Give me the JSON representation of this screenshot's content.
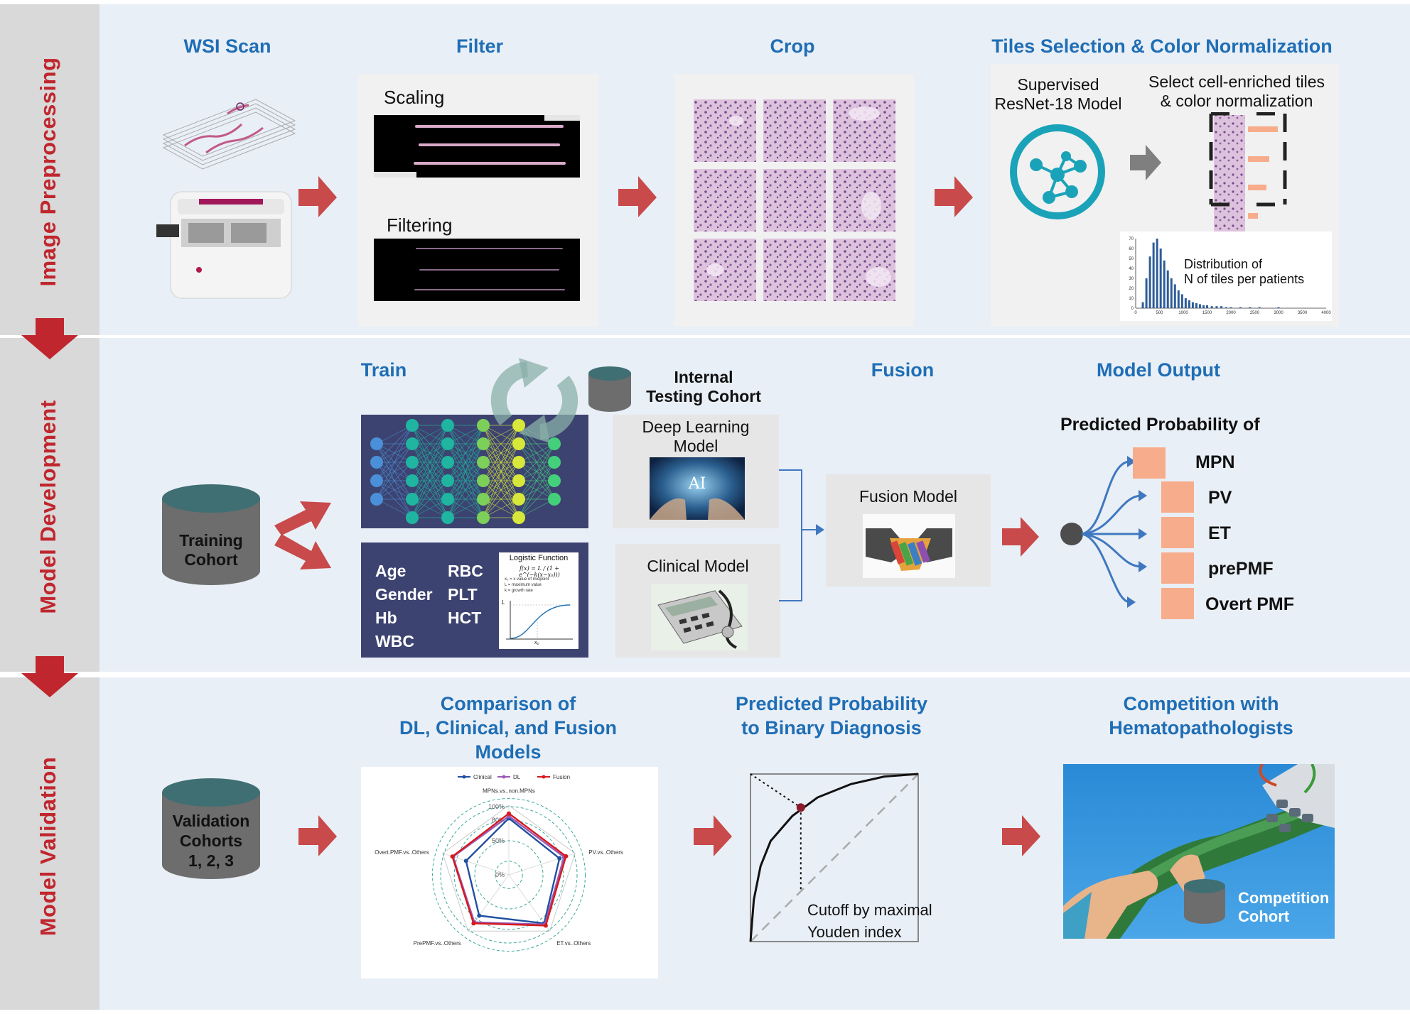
{
  "sections": {
    "preprocessing": "Image Preprocessing",
    "development": "Model Development",
    "validation": "Model Validation"
  },
  "preprocessing": {
    "wsi_scan": "WSI Scan",
    "filter": "Filter",
    "crop": "Crop",
    "tiles": "Tiles Selection & Color Normalization",
    "scaling": "Scaling",
    "filtering": "Filtering",
    "model_line1": "Supervised",
    "model_line2": "ResNet-18 Model",
    "select_line1": "Select cell-enriched tiles",
    "select_line2": "& color normalization",
    "dist_line1": "Distribution of",
    "dist_line2": "N of tiles per patients",
    "hist_y_ticks": [
      "70",
      "60",
      "50",
      "40",
      "30",
      "20",
      "10",
      "0"
    ],
    "hist_x_ticks": [
      "0",
      "500",
      "1000",
      "1500",
      "2000",
      "2500",
      "3000",
      "3500",
      "4000"
    ]
  },
  "development": {
    "train": "Train",
    "internal_line1": "Internal",
    "internal_line2": "Testing Cohort",
    "fusion": "Fusion",
    "model_output": "Model Output",
    "training_line1": "Training",
    "training_line2": "Cohort",
    "dl_line1": "Deep Learning",
    "dl_line2": "Model",
    "clinical_model": "Clinical Model",
    "fusion_model": "Fusion Model",
    "ai_text": "AI",
    "features_left": [
      "Age",
      "Gender",
      "Hb",
      "WBC"
    ],
    "features_right": [
      "RBC",
      "PLT",
      "HCT"
    ],
    "logistic_title": "Logistic Function",
    "logistic_formula": "f(x) = L / (1 + e^(−k(x−x₀)))",
    "logistic_notes": [
      "x₀ = x value of midpoint",
      "L = maximum value",
      "k = growth rate"
    ],
    "logistic_L": "L",
    "logistic_x0": "x₀",
    "predicted_prob": "Predicted Probability of",
    "outputs": [
      "MPN",
      "PV",
      "ET",
      "prePMF",
      "Overt PMF"
    ]
  },
  "validation": {
    "validation_line1": "Validation",
    "validation_line2": "Cohorts",
    "validation_line3": "1, 2, 3",
    "comparison_line1": "Comparison of",
    "comparison_line2": "DL, Clinical, and Fusion",
    "comparison_line3": "Models",
    "binary_line1": "Predicted Probability",
    "binary_line2": "to Binary Diagnosis",
    "competition_line1": "Competition with",
    "competition_line2": "Hematopathologists",
    "cutoff_line1": "Cutoff by maximal",
    "cutoff_line2": "Youden index",
    "competition_cohort_line1": "Competition",
    "competition_cohort_line2": "Cohort",
    "radar_legend": [
      "Clinical",
      "DL",
      "Fusion"
    ],
    "radar_axes": [
      "MPNs.vs..non.MPNs",
      "PV.vs..Others",
      "ET.vs..Others",
      "PrePMF.vs..Others",
      "Overt.PMF.vs..Others"
    ],
    "radar_ticks": [
      "100%",
      "80%",
      "50%",
      "0%"
    ]
  },
  "colors": {
    "red": "#c0262d",
    "blue": "#1f6eb5",
    "panel": "#e9eff6",
    "sidebar": "#d9d9d9",
    "teal": "#3f6f73",
    "salmon": "#f7ac8b"
  },
  "chart_data": [
    {
      "type": "bar",
      "title": "",
      "x": [
        150,
        225,
        300,
        375,
        450,
        525,
        600,
        675,
        750,
        825,
        900,
        975,
        1050,
        1125,
        1200,
        1275,
        1350,
        1425,
        1500,
        1600,
        1700,
        1800,
        1900,
        2000,
        2200,
        2400,
        2600,
        2800,
        3000
      ],
      "values": [
        6,
        30,
        52,
        66,
        70,
        60,
        48,
        38,
        30,
        24,
        18,
        14,
        10,
        8,
        6,
        5,
        4,
        3,
        3,
        2,
        2,
        2,
        1,
        1,
        1,
        1,
        1,
        0,
        1
      ],
      "xlim": [
        0,
        4000
      ],
      "ylim": [
        0,
        70
      ],
      "x_ticks": [
        "0",
        "500",
        "1000",
        "1500",
        "2000",
        "2500",
        "3000",
        "3500",
        "4000"
      ],
      "y_ticks": [
        "0",
        "10",
        "20",
        "30",
        "40",
        "50",
        "60",
        "70"
      ]
    },
    {
      "type": "radar",
      "axes": [
        "MPNs.vs..non.MPNs",
        "PV.vs..Others",
        "ET.vs..Others",
        "PrePMF.vs..Others",
        "Overt.PMF.vs..Others"
      ],
      "series": [
        {
          "name": "Clinical",
          "color": "#1f4fa0",
          "values": [
            0.83,
            0.78,
            0.88,
            0.74,
            0.66
          ]
        },
        {
          "name": "DL",
          "color": "#9b59b6",
          "values": [
            0.86,
            0.85,
            0.9,
            0.86,
            0.86
          ]
        },
        {
          "name": "Fusion",
          "color": "#d7191c",
          "values": [
            0.9,
            0.88,
            0.92,
            0.88,
            0.87
          ]
        }
      ],
      "ticks": [
        "0%",
        "50%",
        "80%",
        "100%"
      ],
      "tick_values": [
        0,
        0.5,
        0.8,
        1.0
      ]
    },
    {
      "type": "line",
      "title": "",
      "series": [
        {
          "name": "",
          "values": [
            [
              0,
              0
            ],
            [
              0.02,
              0.25
            ],
            [
              0.06,
              0.45
            ],
            [
              0.12,
              0.6
            ],
            [
              0.25,
              0.75
            ],
            [
              0.4,
              0.86
            ],
            [
              0.6,
              0.94
            ],
            [
              0.8,
              0.985
            ],
            [
              1,
              1
            ]
          ]
        }
      ],
      "xlim": [
        0,
        1
      ],
      "ylim": [
        0,
        1
      ],
      "cutoff_point": [
        0.3,
        0.8
      ]
    }
  ]
}
